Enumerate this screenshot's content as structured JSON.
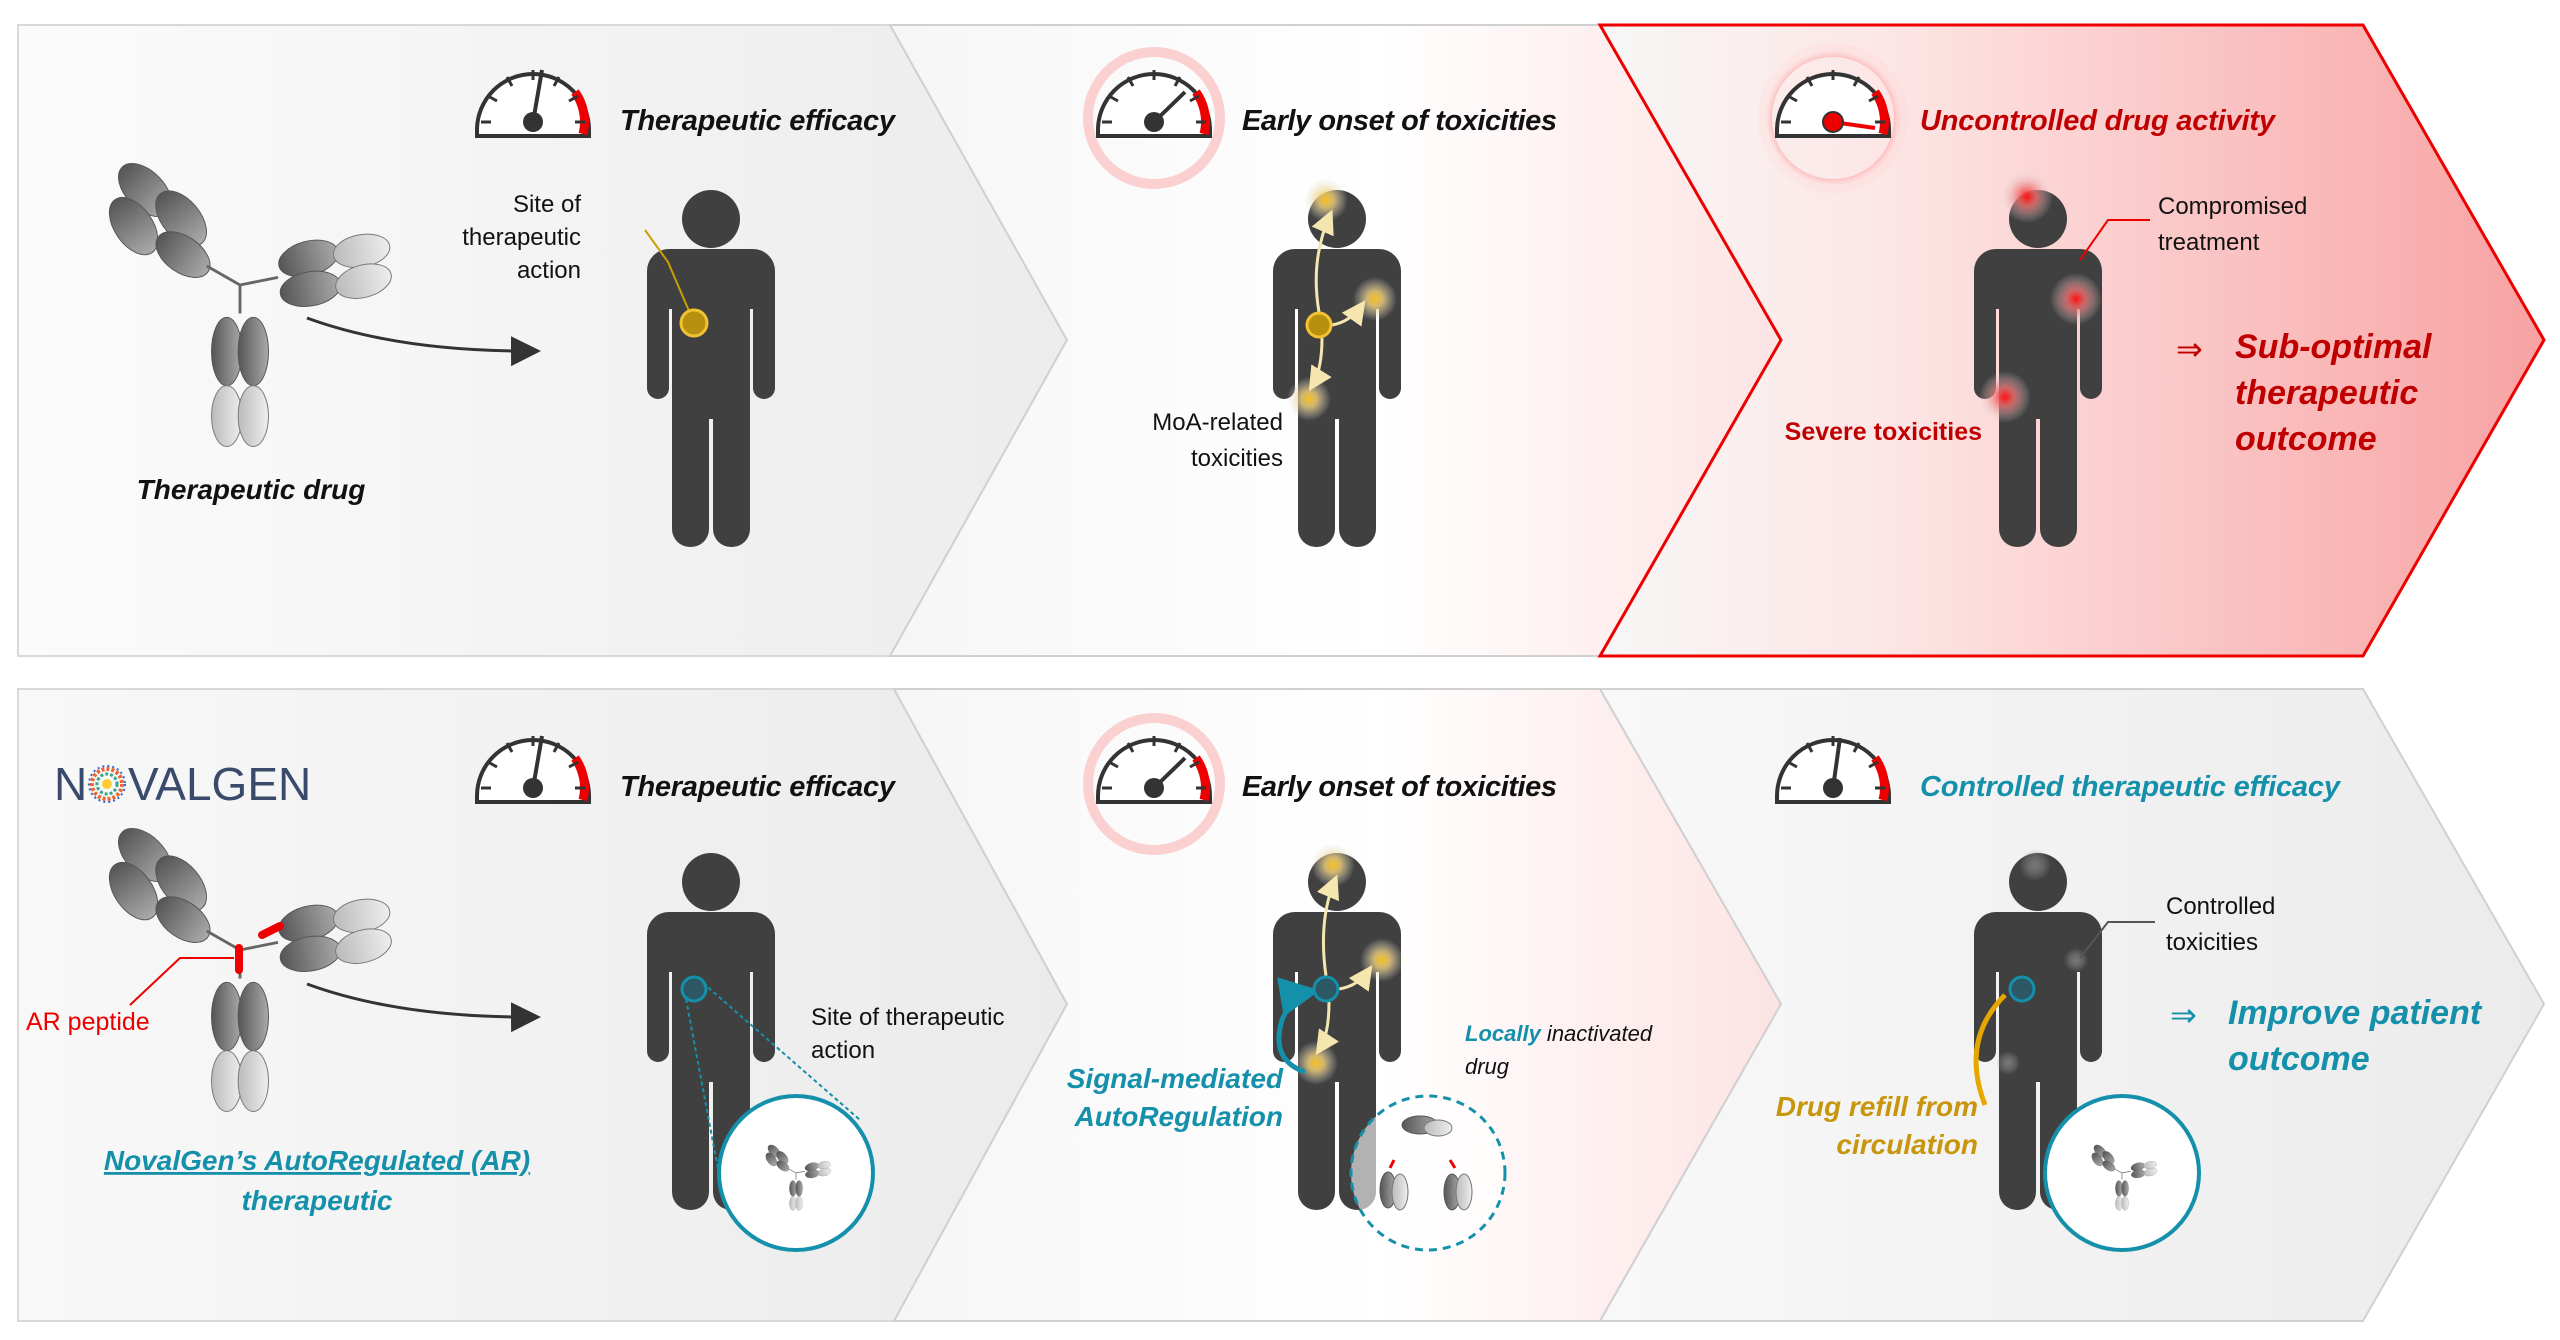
{
  "top_row": {
    "drug_label": "Therapeutic drug",
    "stage1": {
      "title": "Therapeutic efficacy",
      "site_label": [
        "Site of",
        "therapeutic",
        "action"
      ]
    },
    "stage2": {
      "title": "Early onset of toxicities",
      "tox_label": [
        "MoA-related",
        "toxicities"
      ]
    },
    "stage3": {
      "title": "Uncontrolled drug activity",
      "compromised": [
        "Compromised",
        "treatment"
      ],
      "severe": "Severe toxicities",
      "outcome_arrow": "⇒",
      "outcome": [
        "Sub-optimal",
        "therapeutic",
        "outcome"
      ]
    }
  },
  "bottom_row": {
    "logo": {
      "left": "N",
      "right": "VALGEN"
    },
    "ar_peptide": "AR peptide",
    "therapeutic_label": [
      "NovalGen’s AutoRegulated (AR)",
      "therapeutic"
    ],
    "stage1": {
      "title": "Therapeutic efficacy",
      "site_label": [
        "Site of therapeutic",
        "action"
      ]
    },
    "stage2": {
      "title": "Early onset of toxicities",
      "signal": [
        "Signal-mediated",
        "AutoRegulation"
      ],
      "locally_em": "Locally",
      "locally_rest": " inactivated",
      "locally_line2": "drug"
    },
    "stage3": {
      "title": "Controlled therapeutic efficacy",
      "controlled_tox": [
        "Controlled",
        "toxicities"
      ],
      "refill": [
        "Drug refill from",
        "circulation"
      ],
      "outcome_arrow": "⇒",
      "outcome": [
        "Improve patient",
        "outcome"
      ]
    }
  },
  "colors": {
    "red": "#c00000",
    "teal": "#1590ab",
    "gold": "#c8960c",
    "figure": "#404040",
    "logo": "#3a4a6b"
  }
}
